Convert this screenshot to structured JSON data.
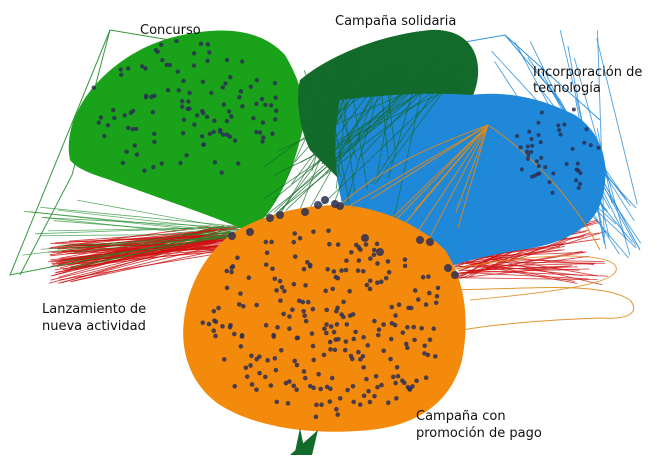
{
  "clusters": [
    {
      "id": "concurso",
      "label": "Concurso",
      "color": "#1aa21a",
      "edge_color": "#1f8c2a"
    },
    {
      "id": "campana-solidaria",
      "label": "Campaña solidaria",
      "color": "#136b2b",
      "edge_color": "#136b2b"
    },
    {
      "id": "incorporacion-tecnologia",
      "label_lines": [
        "Incorporación de",
        "tecnología"
      ],
      "color": "#1f88d8",
      "edge_color": "#1f88d8"
    },
    {
      "id": "lanzamiento-nueva-actividad",
      "label_lines": [
        "Lanzamiento de",
        "nueva actividad"
      ],
      "color": "#cc1111",
      "edge_color": "#cc1111"
    },
    {
      "id": "campana-promocion-pago",
      "label_lines": [
        "Campaña con",
        "promoción de pago"
      ],
      "color": "#f48a0c",
      "edge_color": "#e0891a"
    }
  ],
  "node_color": "#2b2f55"
}
